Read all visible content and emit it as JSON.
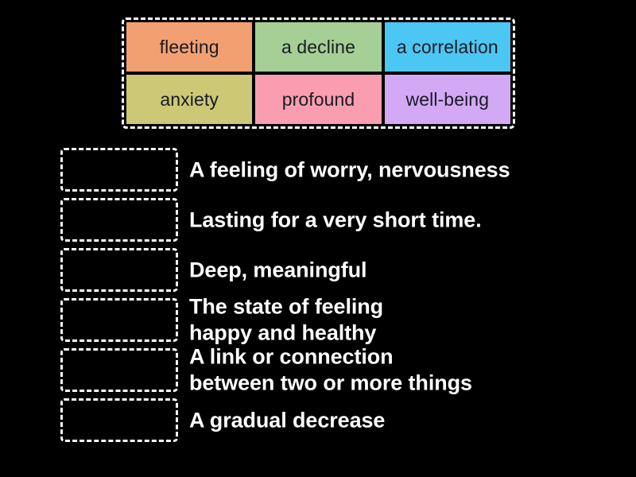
{
  "background_color": "#000000",
  "word_bank": {
    "label": "word-bank",
    "rows": [
      [
        {
          "label": "fleeting",
          "color": "#f2a072"
        },
        {
          "label": "a decline",
          "color": "#a5cf95"
        },
        {
          "label": "a correlation",
          "color": "#4cc6f2"
        }
      ],
      [
        {
          "label": "anxiety",
          "color": "#ccc875"
        },
        {
          "label": "profound",
          "color": "#fa9db0"
        },
        {
          "label": "well-being",
          "color": "#d3a8f5"
        }
      ]
    ]
  },
  "questions": [
    {
      "definition": "A feeling of worry, nervousness",
      "answer": ""
    },
    {
      "definition": "Lasting for a very short time.",
      "answer": ""
    },
    {
      "definition": "Deep, meaningful",
      "answer": ""
    },
    {
      "definition": "The state of feeling\nhappy and healthy",
      "answer": ""
    },
    {
      "definition": "A link or connection\nbetween two or more things",
      "answer": ""
    },
    {
      "definition": "A gradual decrease",
      "answer": ""
    }
  ]
}
